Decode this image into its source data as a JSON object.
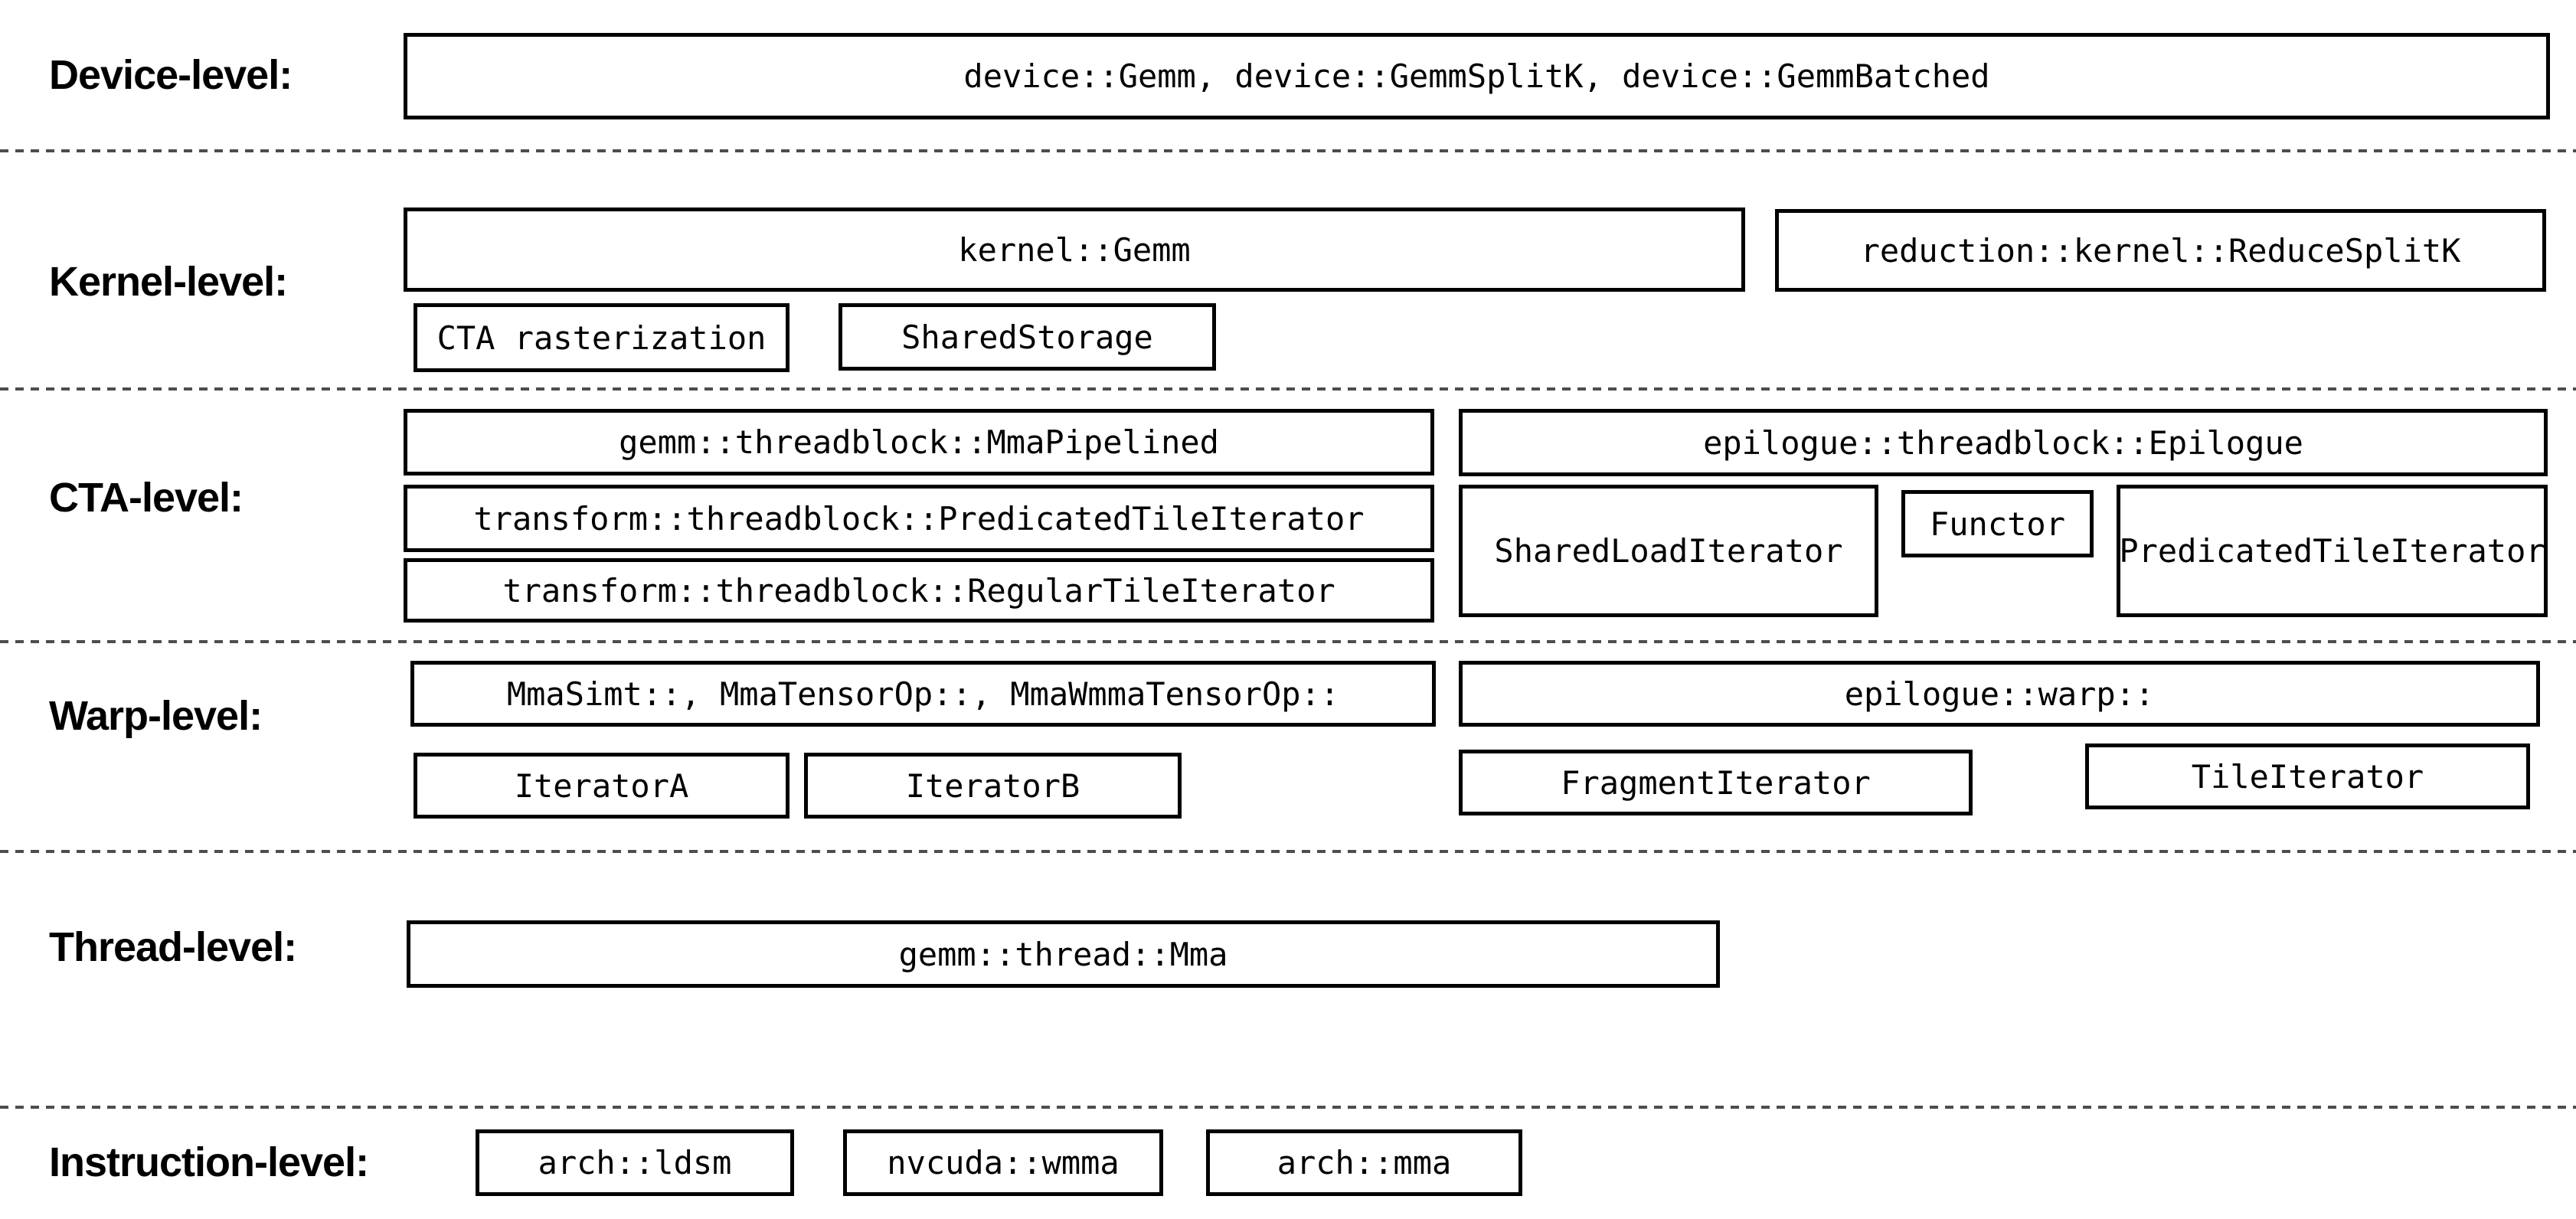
{
  "diagram": {
    "rows": {
      "device": {
        "label": "Device-level:",
        "boxes": {
          "main": "device::Gemm, device::GemmSplitK, device::GemmBatched"
        }
      },
      "kernel": {
        "label": "Kernel-level:",
        "boxes": {
          "gemm": "kernel::Gemm",
          "reduce_splitk": "reduction::kernel::ReduceSplitK",
          "cta_rasterization": "CTA rasterization",
          "shared_storage": "SharedStorage"
        }
      },
      "cta": {
        "label": "CTA-level:",
        "boxes": {
          "mma_pipelined": "gemm::threadblock::MmaPipelined",
          "epilogue": "epilogue::threadblock::Epilogue",
          "predicated_tile_iterator": "transform::threadblock::PredicatedTileIterator",
          "shared_load_iterator": "SharedLoadIterator",
          "functor": "Functor",
          "epilogue_predicated_tile_iterator": "PredicatedTileIterator",
          "regular_tile_iterator": "transform::threadblock::RegularTileIterator"
        }
      },
      "warp": {
        "label": "Warp-level:",
        "boxes": {
          "mma_ops": "MmaSimt::, MmaTensorOp::, MmaWmmaTensorOp::",
          "epilogue_warp": "epilogue::warp::",
          "iterator_a": "IteratorA",
          "iterator_b": "IteratorB",
          "fragment_iterator": "FragmentIterator",
          "tile_iterator": "TileIterator"
        }
      },
      "thread": {
        "label": "Thread-level:",
        "boxes": {
          "mma": "gemm::thread::Mma"
        }
      },
      "instruction": {
        "label": "Instruction-level:",
        "boxes": {
          "ldsm": "arch::ldsm",
          "wmma": "nvcuda::wmma",
          "mma": "arch::mma"
        }
      }
    },
    "colors": {
      "background": "#ffffff",
      "box_border": "#000000",
      "text": "#000000",
      "dashed_separator": "#4d4d4d"
    }
  }
}
